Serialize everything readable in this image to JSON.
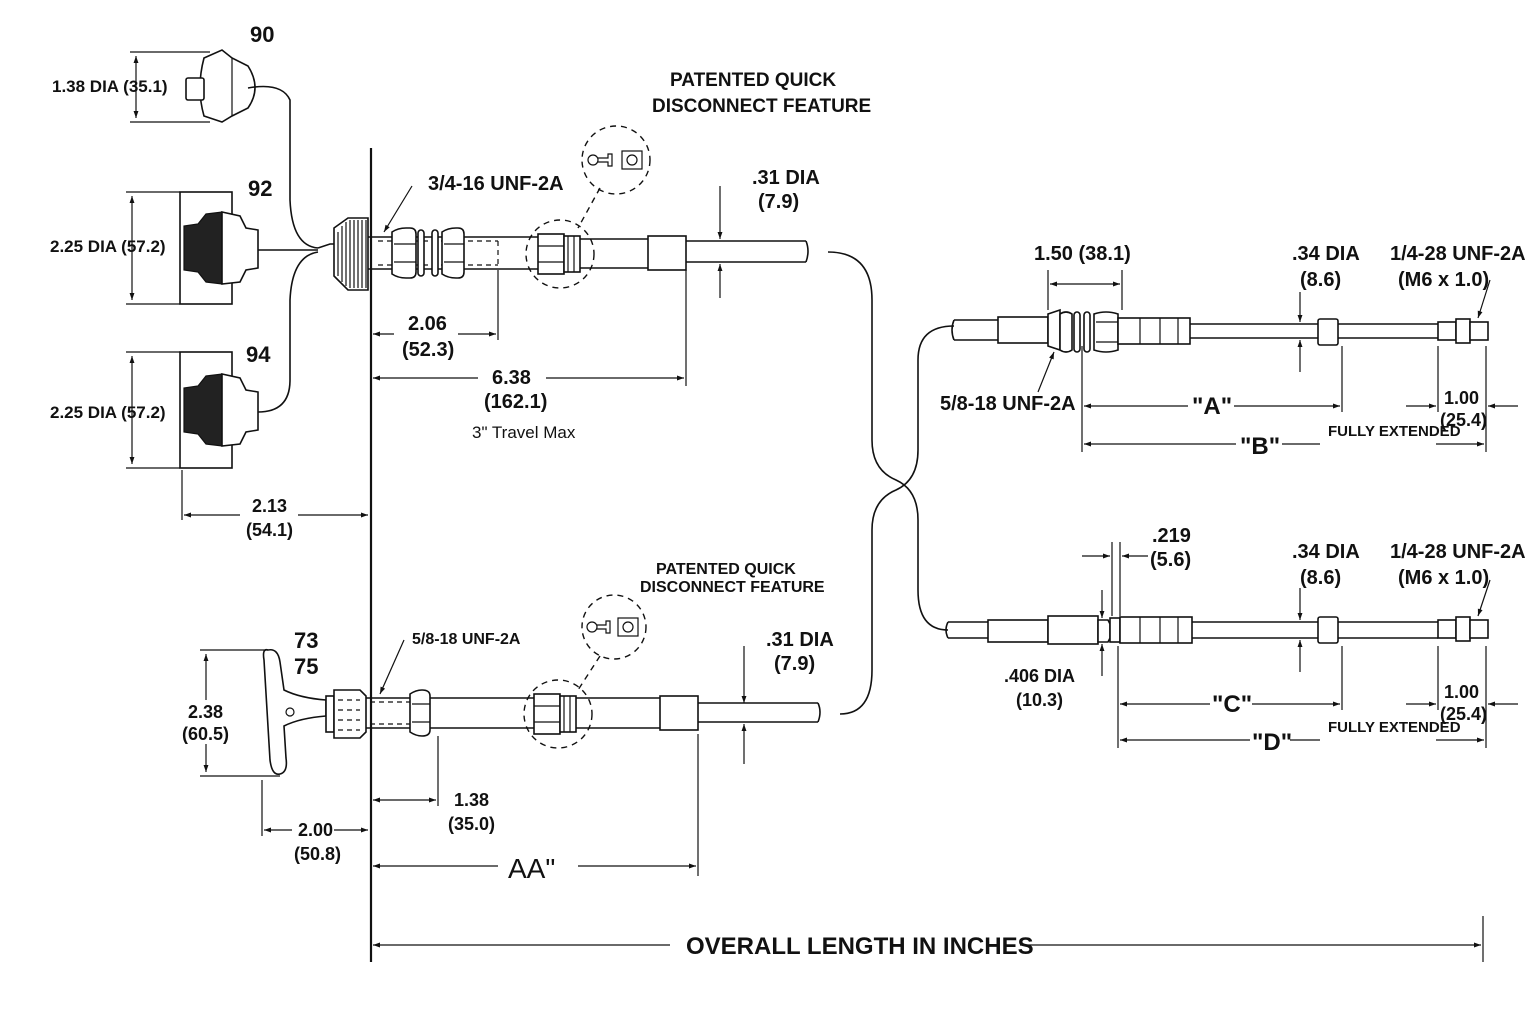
{
  "labels": {
    "knob_90": "90",
    "knob_92": "92",
    "knob_94": "94",
    "handle_73": "73",
    "handle_75": "75",
    "dia_90": "1.38 DIA (35.1)",
    "dia_92": "2.25 DIA (57.2)",
    "dia_94": "2.25 DIA (57.2)",
    "dim_213": "2.13",
    "dim_213_mm": "(54.1)",
    "qd_top_1": "PATENTED QUICK",
    "qd_top_2": "DISCONNECT FEATURE",
    "thread_top": "3/4-16 UNF-2A",
    "dia_31_top": ".31 DIA",
    "dia_31_top_mm": "(7.9)",
    "dim_206": "2.06",
    "dim_206_mm": "(52.3)",
    "dim_638": "6.38",
    "dim_638_mm": "(162.1)",
    "travel": "3\" Travel Max",
    "qd_bot_1": "PATENTED QUICK",
    "qd_bot_2": "DISCONNECT FEATURE",
    "thread_bot": "5/8-18 UNF-2A",
    "dia_31_bot": ".31 DIA",
    "dia_31_bot_mm": "(7.9)",
    "dim_238": "2.38",
    "dim_238_mm": "(60.5)",
    "dim_138": "1.38",
    "dim_138_mm": "(35.0)",
    "dim_200": "2.00",
    "dim_200_mm": "(50.8)",
    "dim_aa": "AA\"",
    "overall": "OVERALL LENGTH IN INCHES",
    "dim_150": "1.50  (38.1)",
    "dia_34_top": ".34 DIA",
    "dia_34_top_mm": "(8.6)",
    "thread_end_top": "1/4-28 UNF-2A",
    "thread_end_top_mm": "(M6 x 1.0)",
    "thread_right_top": "5/8-18 UNF-2A",
    "dim_a": "\"A\"",
    "dim_b": "\"B\"",
    "fully_ext_top": "FULLY EXTENDED",
    "dim_100_top": "1.00",
    "dim_100_top_mm": "(25.4)",
    "dim_219": ".219",
    "dim_219_mm": "(5.6)",
    "dia_34_bot": ".34 DIA",
    "dia_34_bot_mm": "(8.6)",
    "thread_end_bot": "1/4-28 UNF-2A",
    "thread_end_bot_mm": "(M6 x 1.0)",
    "dia_406": ".406 DIA",
    "dia_406_mm": "(10.3)",
    "dim_c": "\"C\"",
    "dim_d": "\"D\"",
    "fully_ext_bot": "FULLY EXTENDED",
    "dim_100_bot": "1.00",
    "dim_100_bot_mm": "(25.4)"
  }
}
